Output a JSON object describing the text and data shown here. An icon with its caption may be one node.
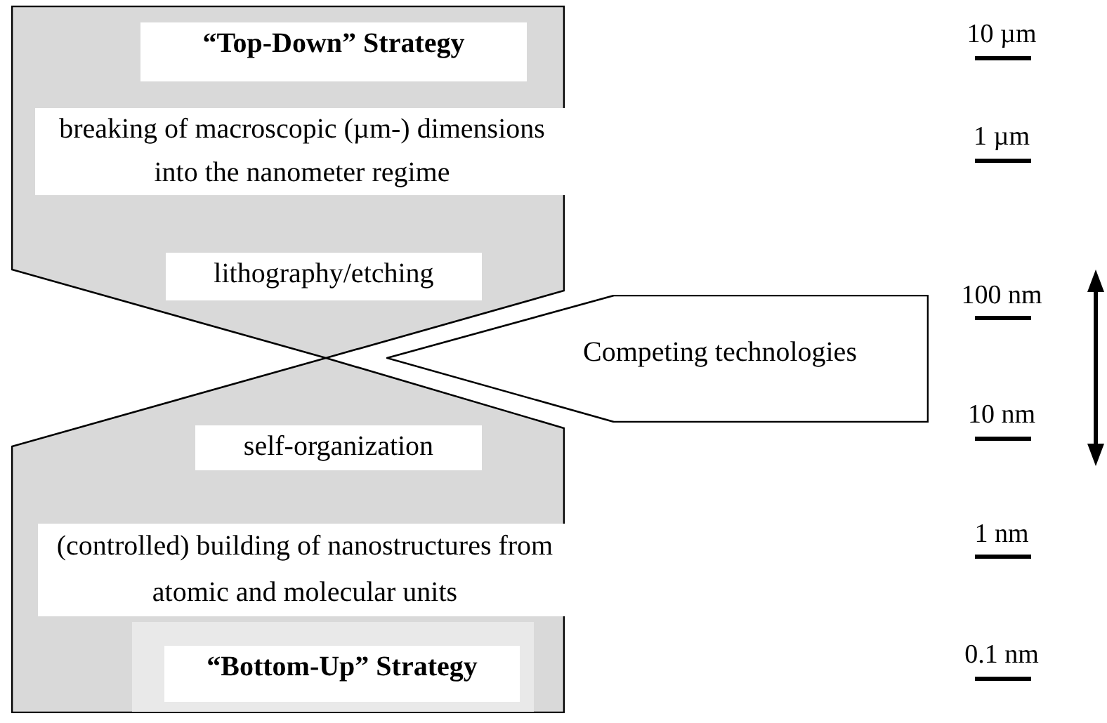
{
  "diagram": {
    "nodes": [
      {
        "text": [
          "“Top-Down” Strategy",
          "breaking of macroscopic (µm-) dimensions into the nanometer regime",
          "lithography/etching"
        ]
      },
      {
        "text": [
          "self-organization",
          "(controlled) building of nanostructures from atomic and molecular units",
          "“Bottom-Up” Strategy"
        ]
      },
      {
        "text": [
          "Competing technologies"
        ]
      }
    ],
    "edges": [],
    "labels": [
      "10 µm",
      "1 µm",
      "100 nm",
      "10 nm",
      "1 nm",
      "0.1 nm"
    ]
  }
}
